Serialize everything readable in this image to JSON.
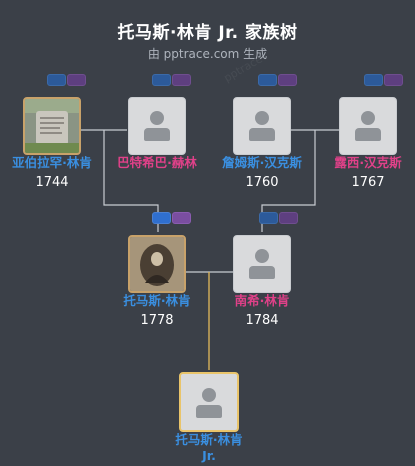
{
  "header": {
    "title": "托马斯·林肯 Jr. 家族树",
    "subtitle": "由 pptrace.com 生成",
    "watermark": "pptrace"
  },
  "people": {
    "gf_paternal": {
      "name": "亚伯拉罕·林肯",
      "year": "1744",
      "gender": "male",
      "photo": "gravestone"
    },
    "gm_paternal": {
      "name": "巴特希巴·赫林",
      "year": "",
      "gender": "female"
    },
    "gf_maternal": {
      "name": "詹姆斯·汉克斯",
      "year": "1760",
      "gender": "male"
    },
    "gm_maternal": {
      "name": "露西·汉克斯",
      "year": "1767",
      "gender": "female"
    },
    "father": {
      "name": "托马斯·林肯",
      "year": "1778",
      "gender": "male",
      "photo": "portrait"
    },
    "mother": {
      "name": "南希·林肯",
      "year": "1784",
      "gender": "female"
    },
    "focus": {
      "name_line1": "托马斯·林肯",
      "name_line2": "Jr.",
      "gender": "male"
    }
  },
  "colors": {
    "background": "#3b4048",
    "male": "#3a8fe0",
    "female": "#e04189",
    "focus_border": "#e9c46a",
    "connector": "#c8ccd2",
    "focus_connector": "#d8b25a"
  },
  "icons": [
    "person-silhouette-icon",
    "expand-parents-icon",
    "expand-family-icon"
  ]
}
